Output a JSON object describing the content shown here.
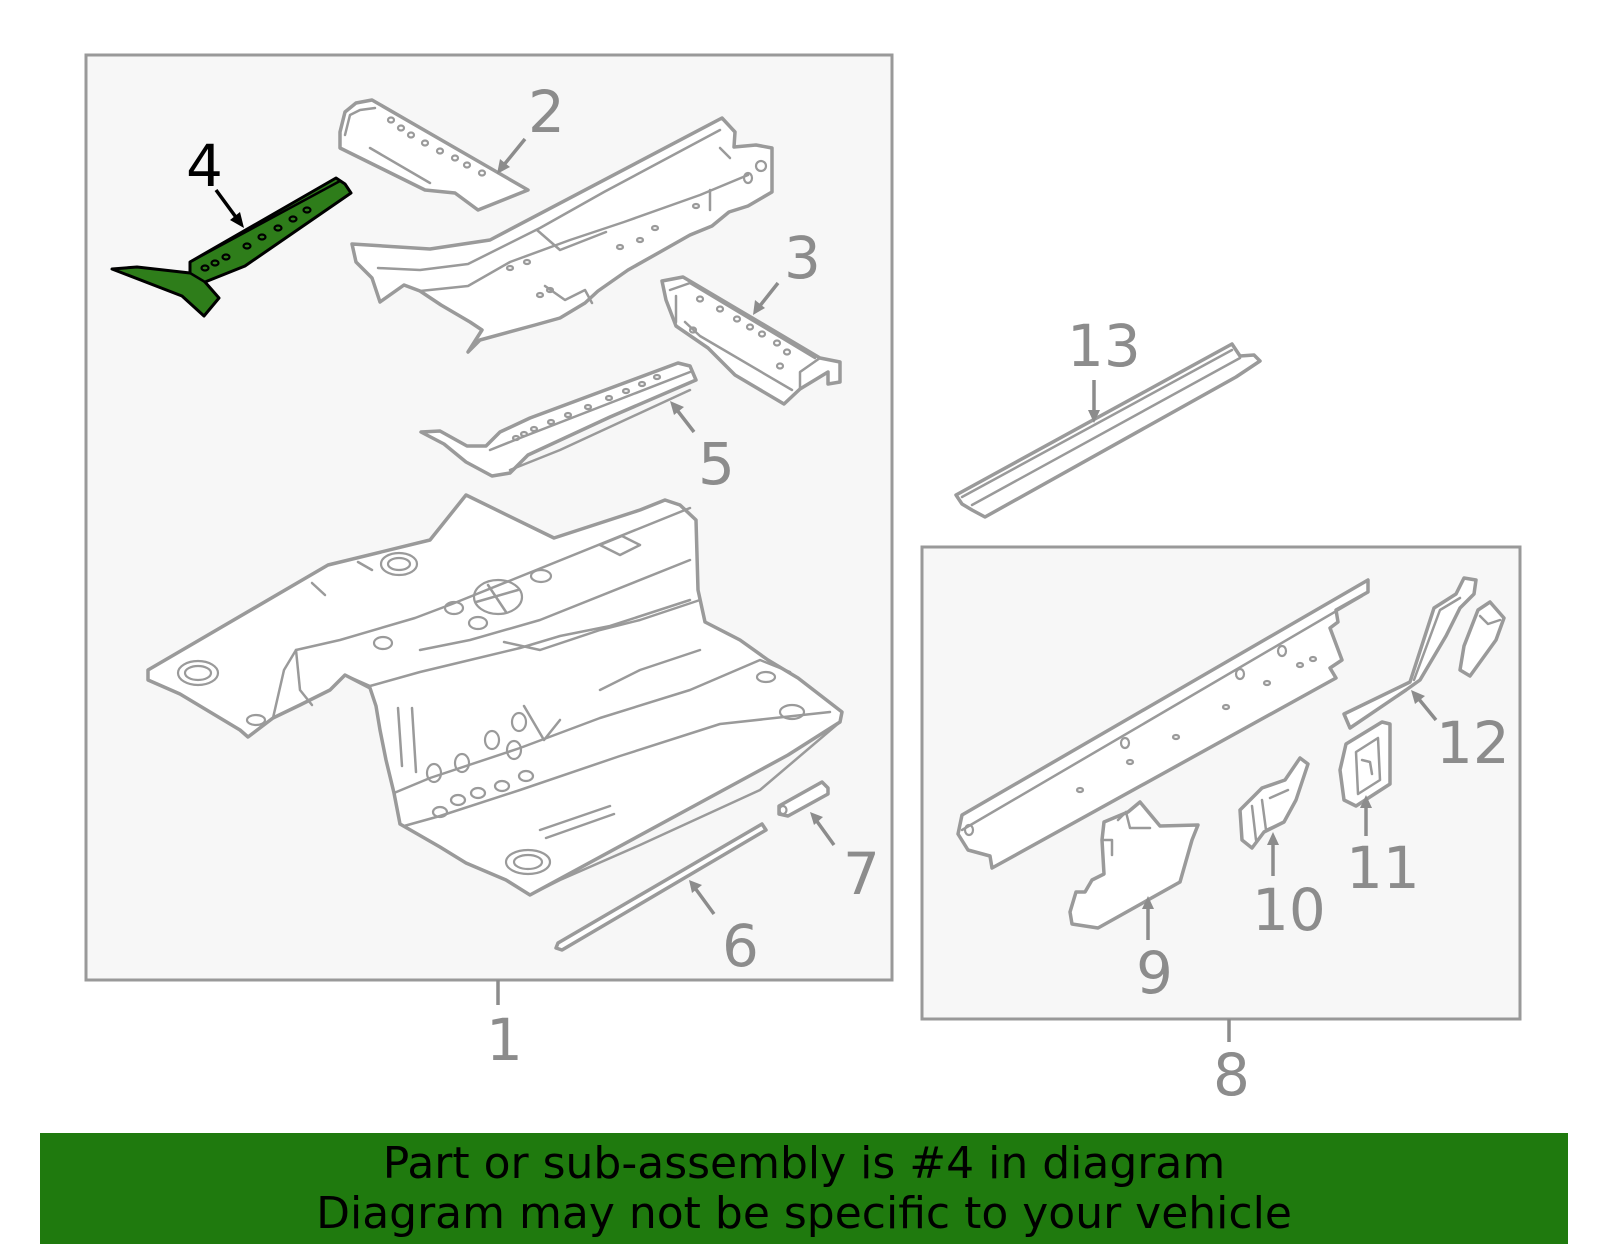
{
  "callouts": {
    "c1": "1",
    "c2": "2",
    "c3": "3",
    "c4": "4",
    "c5": "5",
    "c6": "6",
    "c7": "7",
    "c8": "8",
    "c9": "9",
    "c10": "10",
    "c11": "11",
    "c12": "12",
    "c13": "13"
  },
  "highlighted_part": "4",
  "colors": {
    "highlight": "#2e7d1a",
    "banner": "#1f7a0e",
    "line": "#9a9a9a",
    "box_fill": "#f7f7f7"
  },
  "banner": {
    "line1": "Part or sub-assembly is #4 in diagram",
    "line2": "Diagram may not be specific to your vehicle"
  }
}
